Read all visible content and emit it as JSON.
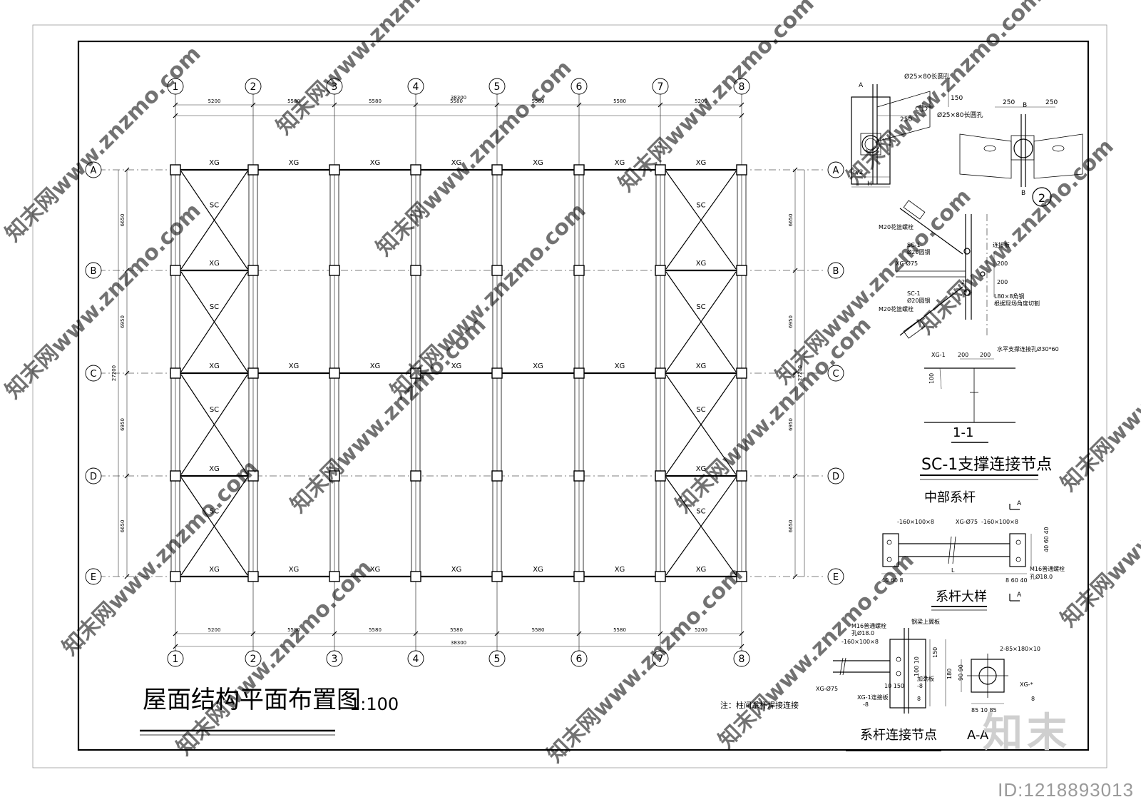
{
  "drawing": {
    "title": "屋面结构平面布置图",
    "scale": "1:100",
    "note": "注：柱间系杆焊接连接",
    "axis_numbers": [
      "1",
      "2",
      "3",
      "4",
      "5",
      "6",
      "7",
      "8"
    ],
    "axis_letters": [
      "A",
      "B",
      "C",
      "D",
      "E"
    ],
    "bay_dims": [
      "5200",
      "5580",
      "5580",
      "5580",
      "5580",
      "5580",
      "5200"
    ],
    "total_length": "38300",
    "row_dims": [
      "6650",
      "6950",
      "6950",
      "6650"
    ],
    "total_width": "27200",
    "member_xg": "XG",
    "member_sc": "SC"
  },
  "details": {
    "node2": {
      "hole_label_1": "Ø25×80长圆孔",
      "hole_label_2": "Ø25×80长圆孔",
      "dim_250": "250",
      "dim_150": "150",
      "h2": "h/2",
      "H": "H",
      "section_a": "A",
      "section_b": "B",
      "number": "2"
    },
    "sc1": {
      "m20": "M20花篮螺栓",
      "sc_label": "SC-1",
      "rod": "Ø20圆钢",
      "xg75": "XG-Ø75",
      "angle": "L80×8角钢",
      "angle_note": "根据现场角度切割",
      "dim_200": "200",
      "gusset": "连接板",
      "xg1": "XG-1",
      "horizontal_hole": "水平支撑连接孔Ø30*60",
      "section_11": "1-1",
      "num_2": "2",
      "dim_100": "100",
      "title": "SC-1支撑连接节点"
    },
    "tie_middle": {
      "heading": "中部系杆",
      "plate1": "-160×100×8",
      "plate2": "-160×100×8",
      "xg75": "XG-Ø75",
      "m16": "M16普通螺栓",
      "hole": "孔Ø18.0",
      "dims_left": "40 60 8",
      "dims_right": "8 60 40",
      "L": "L",
      "v_dims": "40 60 40",
      "A": "A",
      "title": "系杆大样"
    },
    "tie_conn": {
      "m16": "M16普通螺栓",
      "hole": "孔Ø18.0",
      "plate": "-160×100×8",
      "roof_beam": "钢梁上翼板",
      "stiff": "加劲板",
      "stiff_t": "-8",
      "xg75": "XG-Ø75",
      "xg1_plate": "XG-1连接板",
      "xg1_t": "-8",
      "dims": "10 150",
      "dim_150": "150",
      "dim_100": "100 10",
      "v_dim": "180",
      "dim_8": "8",
      "title": "系杆连接节点",
      "plate2": "2-85×180×10",
      "xg_star": "XG-*",
      "v_dims": "90 90",
      "b_dims": "85 10 85",
      "section_aa": "A-A"
    }
  },
  "watermark": {
    "site": "www.znzmo.com",
    "brand": "知末网",
    "logo": "知末",
    "id": "ID:1218893013"
  }
}
